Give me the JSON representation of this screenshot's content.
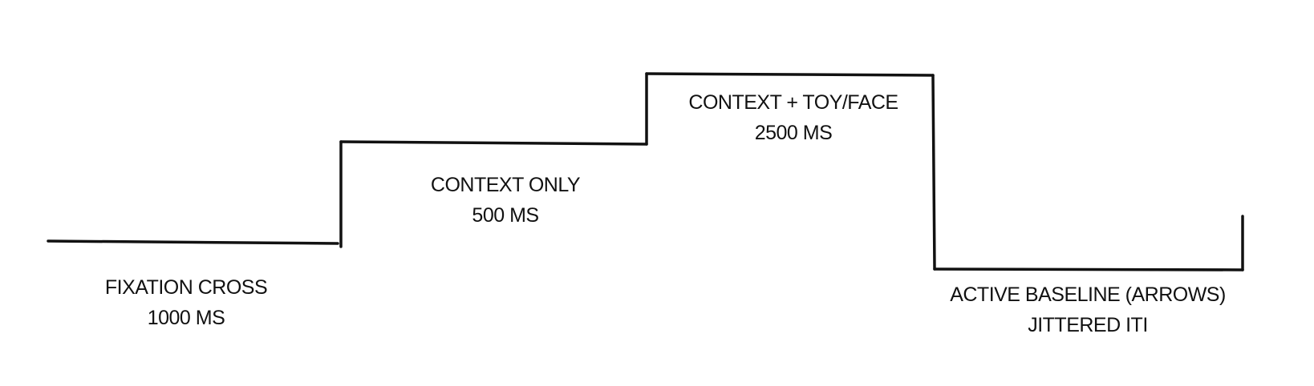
{
  "phases": [
    {
      "name": "FIXATION CROSS",
      "duration": "1000 MS"
    },
    {
      "name": "CONTEXT ONLY",
      "duration": "500 MS"
    },
    {
      "name": "CONTEXT + TOY/FACE",
      "duration": "2500 MS"
    },
    {
      "name": "ACTIVE BASELINE (ARROWS)",
      "duration": "JITTERED ITI"
    }
  ],
  "line_color": "#111111"
}
